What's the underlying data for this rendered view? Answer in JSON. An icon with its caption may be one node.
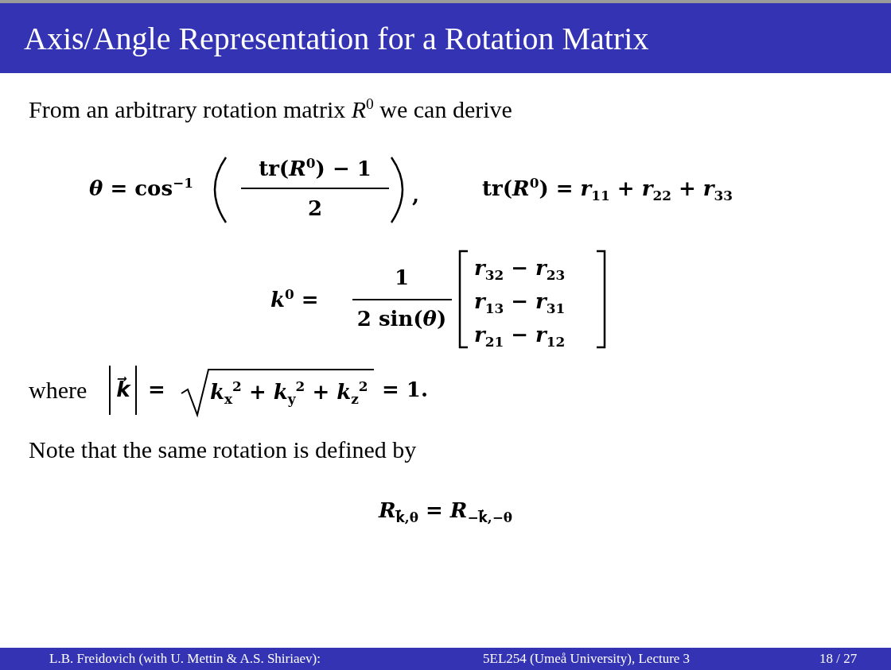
{
  "diagram": {
    "title": "Axis/Angle Representation for a Rotation Matrix",
    "labels": [
      "From an arbitrary rotation matrix *R*$^{0}$ we can derive",
      "*θ* = cos$^{−1}$",
      "tr(*R*$^{0}$) − 1",
      "2",
      ",",
      "tr(*R*$^{0}$) = *r*$_{11}$ + *r*$_{22}$ + *r*$_{33}$",
      "*k*$^{0}$ =",
      "1",
      "2 sin(*θ*)",
      "*r*$_{32}$ − *r*$_{23}$",
      "*r*$_{13}$ − *r*$_{31}$",
      "*r*$_{21}$ − *r*$_{12}$",
      "where",
      "*k⃗*",
      "=",
      "*k*$_{x}$$^{2}$ + *k*$_{y}$$^{2}$ + *k*$_{z}$$^{2}$",
      "= 1.",
      "Note that the same rotation is defined by",
      "*R*$_{k⃗,θ}$ = *R*$_{−k⃗,−θ}$",
      "L.B. Freidovich (with U. Mettin & A.S. Shiriaev):",
      "5EL254 (Umeå University), Lecture 3",
      "18 / 27"
    ]
  }
}
